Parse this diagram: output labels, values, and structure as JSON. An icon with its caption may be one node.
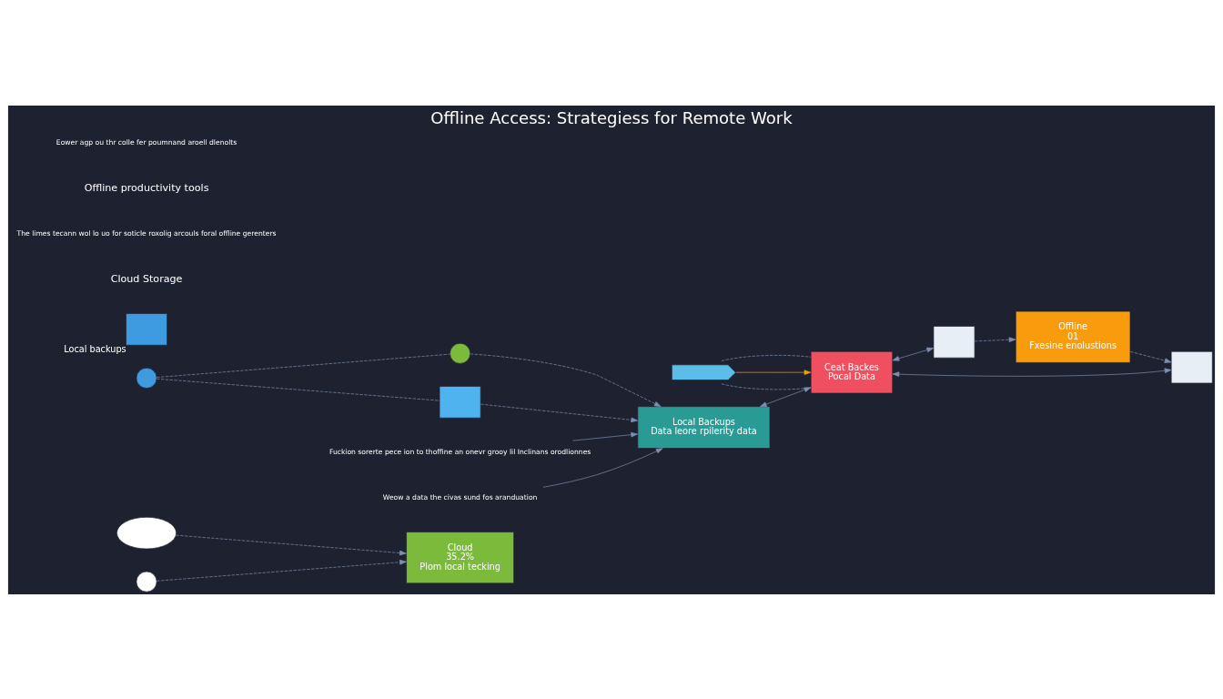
{
  "diagram": {
    "title": "Offline Access: Strategiess for Remote Work",
    "nodes": [
      {
        "text": [],
        "shape": "cloud"
      },
      {
        "text": [
          "Cloud",
          "35.2%",
          "Plom local tecking"
        ]
      },
      {
        "text": [],
        "shape": "circle"
      },
      {
        "text": [],
        "shape": "circle"
      },
      {
        "text": [],
        "shape": "box"
      },
      {
        "text": [
          "Local Backups",
          "Data leore rpilerity data"
        ]
      },
      {
        "text": [
          "Ceat Backes",
          "Pocal Data"
        ]
      },
      {
        "text": [],
        "shape": "box"
      },
      {
        "text": [],
        "shape": "arrow"
      },
      {
        "text": [
          "Offline",
          "01",
          "Fxesine enolustions"
        ]
      },
      {
        "text": [],
        "shape": "circle"
      },
      {
        "text": [],
        "shape": "box",
        "beside": [
          "Local backups"
        ]
      },
      {
        "text": [],
        "shape": "box"
      },
      {
        "text": [
          "Fuckion sorerte pece ion to thoffine an onevr grooy lil Inclinans orodlionnes"
        ]
      },
      {
        "text": [
          "Weow a data the civas sund fos aranduation"
        ]
      }
    ],
    "edges": [
      {
        "from": 0,
        "to": 1,
        "arrow": "to",
        "style": "dashed"
      },
      {
        "from": 3,
        "to": 2,
        "arrow": "none",
        "style": "dashed"
      },
      {
        "from": 3,
        "to": 4,
        "arrow": "none",
        "style": "dashed"
      },
      {
        "from": 2,
        "to": 5,
        "arrow": "to",
        "style": "dashed"
      },
      {
        "from": 4,
        "to": 5,
        "arrow": "to",
        "style": "dashed"
      },
      {
        "from": 13,
        "to": 5,
        "arrow": "to"
      },
      {
        "from": 10,
        "to": 1,
        "arrow": "to",
        "style": "dashed"
      },
      {
        "from": 14,
        "to": 5,
        "arrow": "to"
      },
      {
        "from": 5,
        "to": 6,
        "arrow": "both"
      },
      {
        "from": 6,
        "to": 7,
        "arrow": "both"
      },
      {
        "from": 7,
        "to": 9,
        "arrow": "to",
        "style": "dashed"
      },
      {
        "from": 8,
        "to": 6,
        "arrow": "none",
        "style": "dashed"
      },
      {
        "from": 8,
        "to": 6,
        "arrow": "to",
        "color": "#f39c12"
      },
      {
        "from": 8,
        "to": 6,
        "arrow": "none",
        "style": "dashed"
      },
      {
        "from": 9,
        "to": 12,
        "arrow": "to",
        "style": "dashed"
      },
      {
        "from": 6,
        "to": 12,
        "arrow": "both"
      }
    ],
    "labels": [
      "Cloud Storage",
      "The limes tecann wol lo uo for soticle roxolig arcouls foral offline gerenters",
      "Offline productivity tools",
      "Eower agp ou thr colle fer poumnand aroell dlenolts"
    ]
  }
}
